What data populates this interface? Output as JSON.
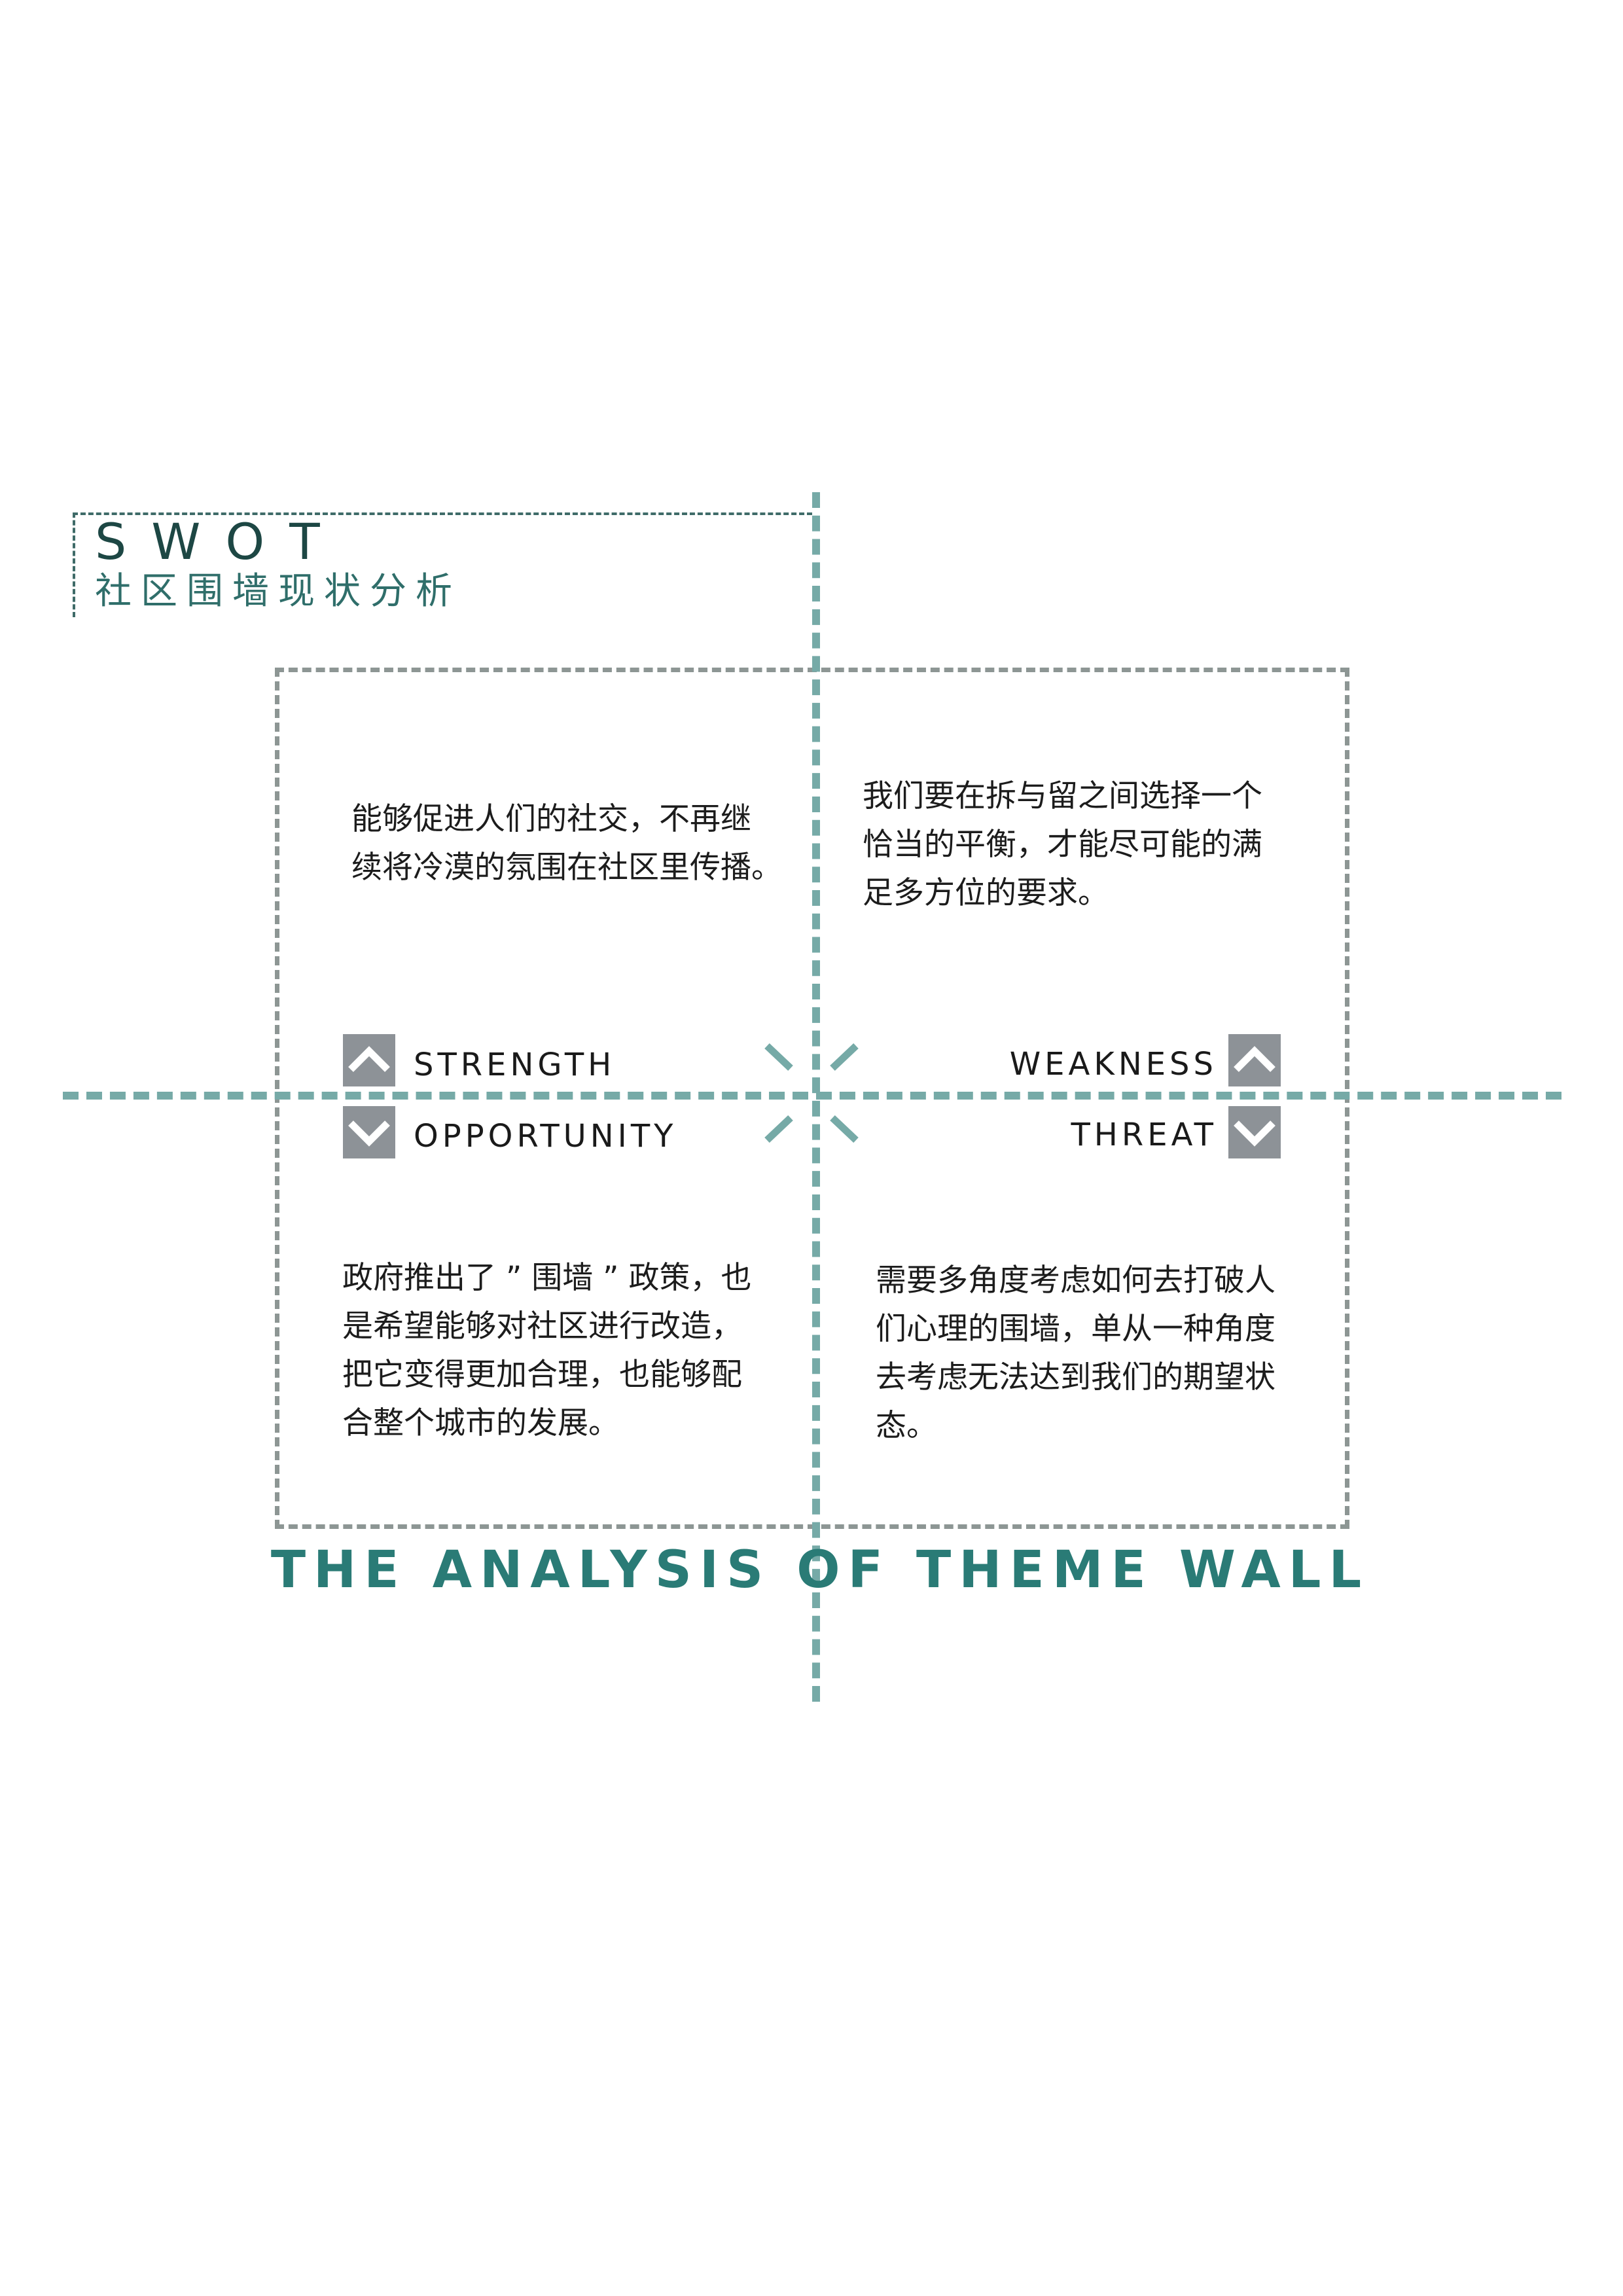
{
  "header": {
    "title": "SWOT",
    "subtitle": "社区围墙现状分析"
  },
  "quadrants": {
    "strength_text": "能够促进人们的社交，不再继\n续将冷漠的氛围在社区里传播。",
    "weakness_text": "我们要在拆与留之间选择一个\n恰当的平衡，才能尽可能的满\n足多方位的要求。",
    "opportunity_text": "政府推出了 ” 围墙 ” 政策，也\n是希望能够对社区进行改造，\n把它变得更加合理，也能够配\n合整个城市的发展。",
    "threat_text": "需要多角度考虑如何去打破人\n们心理的围墙，单从一种角度\n去考虑无法达到我们的期望状\n态。"
  },
  "labels": {
    "strength": "STRENGTH",
    "weakness": "WEAKNESS",
    "opportunity": "OPPORTUNITY",
    "threat": "THREAT"
  },
  "icons": {
    "up": "chevron-up-icon",
    "down": "chevron-down-icon"
  },
  "colors": {
    "accent_teal": "#76aaa7",
    "title_teal": "#2a7b76",
    "frame_grey": "#8d9694",
    "icon_grey": "#8d9297"
  },
  "footer": {
    "title": "THE ANALYSIS OF THEME WALL"
  }
}
